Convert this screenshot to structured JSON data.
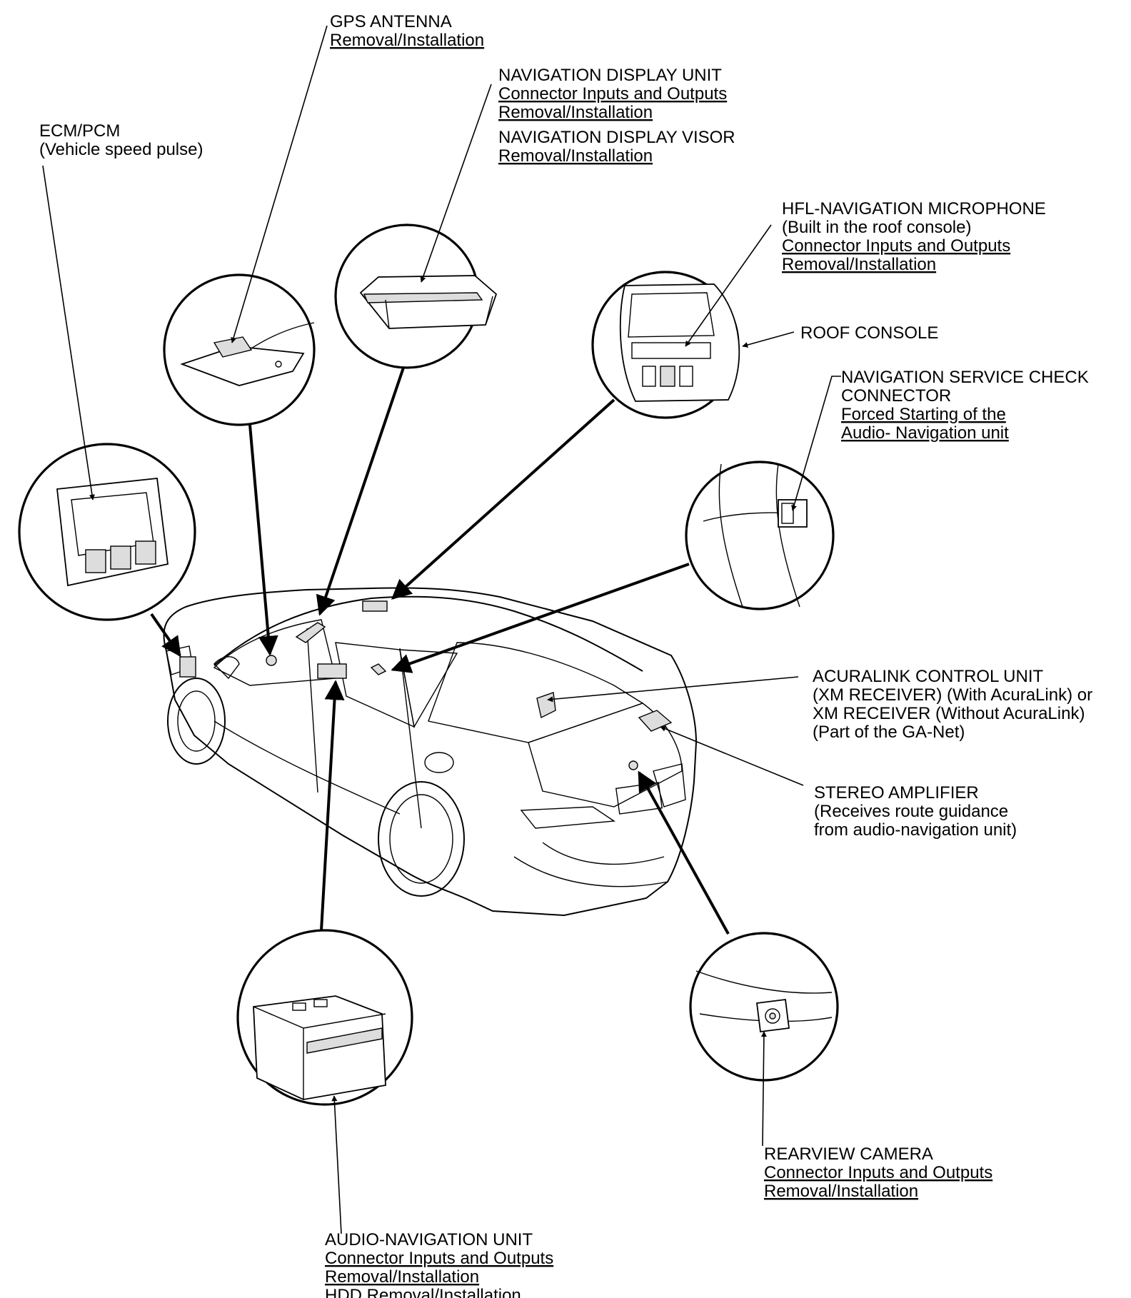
{
  "labels": {
    "gps_antenna": {
      "title": "GPS ANTENNA",
      "link1": "Removal/Installation"
    },
    "nav_display": {
      "title": "NAVIGATION DISPLAY UNIT",
      "link1": "Connector Inputs and Outputs",
      "link2": "Removal/Installation",
      "title2": "NAVIGATION DISPLAY VISOR",
      "link3": "Removal/Installation"
    },
    "ecm_pcm": {
      "title": "ECM/PCM",
      "note": "(Vehicle speed pulse)"
    },
    "hfl_mic": {
      "title": "HFL-NAVIGATION MICROPHONE",
      "note": "(Built in the roof console)",
      "link1": "Connector Inputs and Outputs",
      "link2": "Removal/Installation"
    },
    "roof_console": {
      "title": "ROOF CONSOLE"
    },
    "service_check": {
      "title1": "NAVIGATION SERVICE CHECK",
      "title2": "CONNECTOR",
      "link1": "Forced Starting of the",
      "link2": "Audio- Navigation unit"
    },
    "acuralink": {
      "line1": "ACURALINK CONTROL UNIT",
      "line2": "(XM RECEIVER) (With AcuraLink) or",
      "line3": "XM RECEIVER (Without AcuraLink)",
      "line4": "(Part of the GA-Net)"
    },
    "stereo_amp": {
      "title": "STEREO AMPLIFIER",
      "note1": "(Receives route guidance",
      "note2": "from audio-navigation unit)"
    },
    "rear_camera": {
      "title": "REARVIEW CAMERA",
      "link1": "Connector Inputs and Outputs",
      "link2": "Removal/Installation"
    },
    "audio_nav": {
      "title": "AUDIO-NAVIGATION UNIT",
      "link1": "Connector Inputs and Outputs",
      "link2": "Removal/Installation",
      "link3": "HDD Removal/Installation"
    }
  }
}
